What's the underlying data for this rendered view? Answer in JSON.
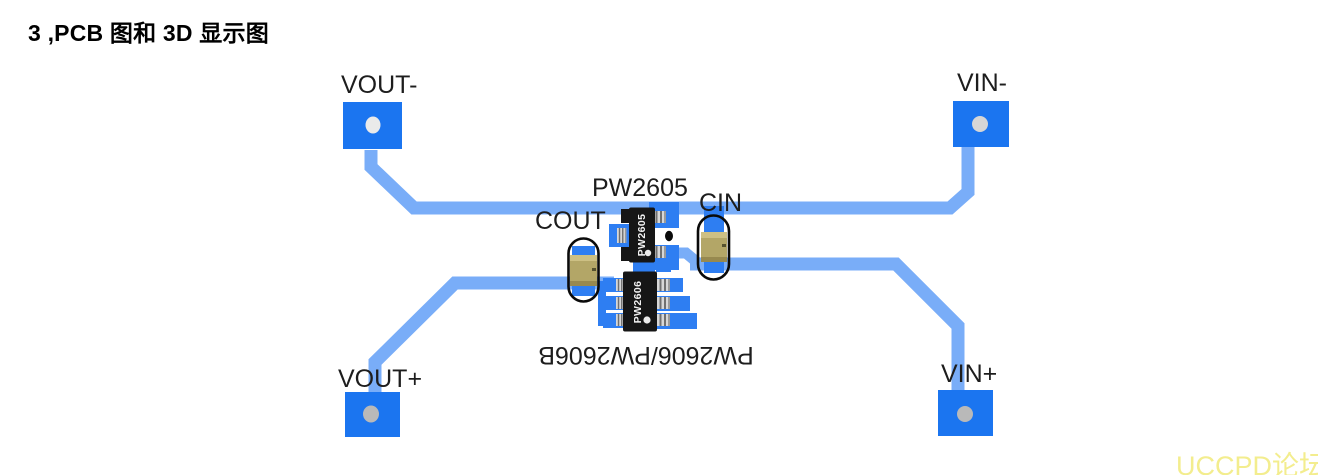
{
  "page": {
    "heading": "3 ,PCB 图和 3D 显示图"
  },
  "watermark": {
    "text": "UCCPD论坛",
    "color": "#f3ed8e"
  },
  "pcb": {
    "labels": {
      "vout_minus": "VOUT-",
      "vin_minus": "VIN-",
      "vout_plus": "VOUT+",
      "vin_plus": "VIN+",
      "ic1": "PW2605",
      "ic1_marking": "PW2605",
      "cin": "CIN",
      "cout": "COUT",
      "ic2": "PW2606/PW2606B",
      "ic2_marking": "PW2606"
    },
    "colors": {
      "pad_blue": "#1b75f0",
      "trace_blue": "#79adf8",
      "smd_pad_blue": "#2e7ef2",
      "cap_body_tan": "#b3a667",
      "chip_black": "#161616",
      "hole_gray": "#d6d6d6",
      "silkscreen_black": "#0a0a0a",
      "label_text": "#1d1d1d"
    }
  }
}
